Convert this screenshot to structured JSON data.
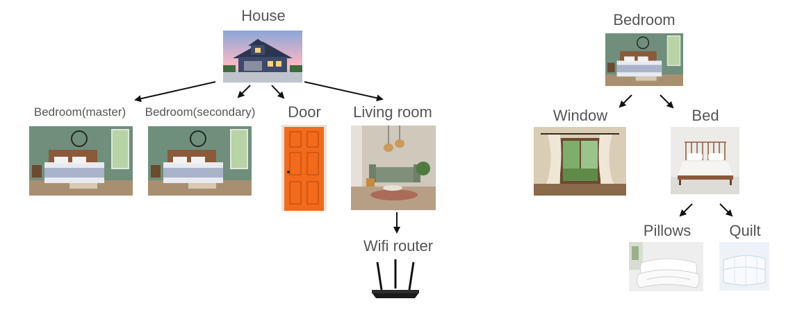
{
  "left_tree": {
    "root": {
      "label": "House",
      "image": "house-photo"
    },
    "children": [
      {
        "key": "bedroom_master",
        "label": "Bedroom(master)",
        "image": "bedroom-photo"
      },
      {
        "key": "bedroom_secondary",
        "label": "Bedroom(secondary)",
        "image": "bedroom-photo"
      },
      {
        "key": "door",
        "label": "Door",
        "image": "orange-door-photo"
      },
      {
        "key": "living_room",
        "label": "Living room",
        "image": "living-room-photo"
      }
    ],
    "grandchild": {
      "label": "Wifi router",
      "image": "router-photo"
    }
  },
  "right_tree": {
    "root": {
      "label": "Bedroom",
      "image": "bedroom-photo"
    },
    "children": [
      {
        "key": "window",
        "label": "Window",
        "image": "window-photo"
      },
      {
        "key": "bed",
        "label": "Bed",
        "image": "bed-photo"
      }
    ],
    "grandchildren": [
      {
        "key": "pillows",
        "label": "Pillows",
        "image": "pillows-photo"
      },
      {
        "key": "quilt",
        "label": "Quilt",
        "image": "quilt-photo"
      }
    ]
  },
  "colors": {
    "text": "#555555",
    "arrow": "#111111",
    "door": "#f26a1b",
    "wall": "#6f8f7c"
  }
}
